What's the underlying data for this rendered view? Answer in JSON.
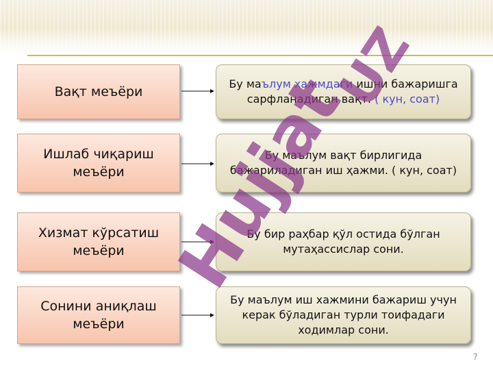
{
  "rows": [
    {
      "left": "Вақт меъёри",
      "right_parts": [
        {
          "text": "Бу ма",
          "highlight": false
        },
        {
          "text": "ълум хажмдаги",
          "highlight": true
        },
        {
          "text": " ишни бажаришга сарфланадиган вақт. ",
          "highlight": false
        },
        {
          "text": "( кун, соат)",
          "highlight": false
        }
      ]
    },
    {
      "left": "Ишлаб чиқариш меъёри",
      "right_text": "Бу маълум вақт бирлигида бажариладиган иш ҳажми. ( кун, соат)"
    },
    {
      "left": "Хизмат кўрсатиш меъёри",
      "right_text": "Бу бир раҳбар қўл остида бўлган мутаҳассислар сони."
    },
    {
      "left": "Сонини аниқлаш меъёри",
      "right_text": "Бу маълум иш хажмини бажариш учун керак бўладиган турли тоифадаги ходимлар сони."
    }
  ],
  "watermark": {
    "text": "Hujjat",
    "suffix": "UZ",
    "color": "#8b3a8b"
  },
  "page_number": "7"
}
